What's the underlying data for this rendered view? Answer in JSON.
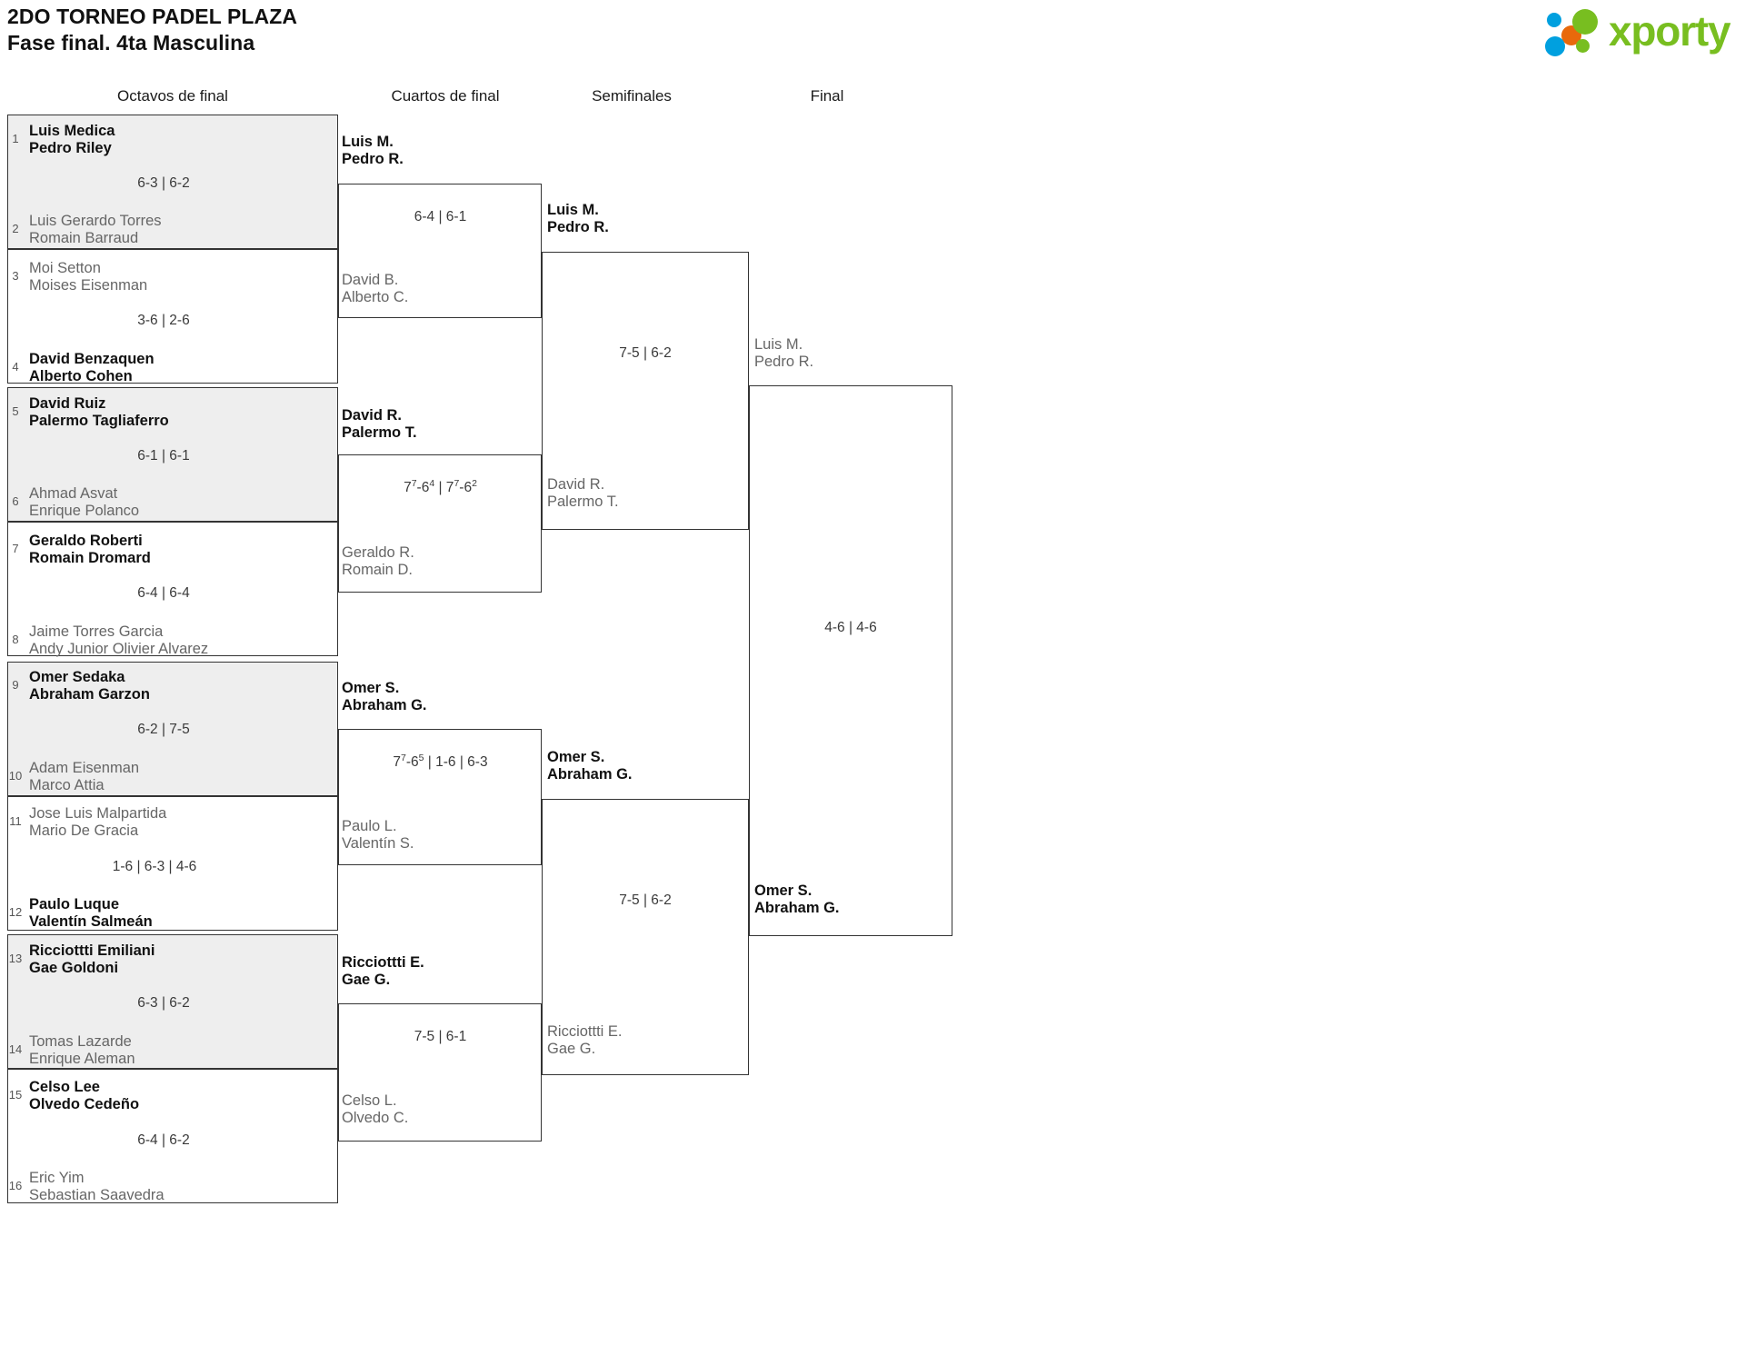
{
  "header": {
    "title_line1": "2DO TORNEO PADEL PLAZA",
    "title_line2": "Fase final. 4ta Masculina",
    "logo_text": "xporty",
    "logo_colors": {
      "green": "#78be20",
      "blue": "#00a0df",
      "orange": "#e8690b"
    }
  },
  "rounds": [
    {
      "label": "Octavos de final"
    },
    {
      "label": "Cuartos de final"
    },
    {
      "label": "Semifinales"
    },
    {
      "label": "Final"
    }
  ],
  "round1": {
    "entries": [
      {
        "seed": "1",
        "p1": "Luis Medica",
        "p2": "Pedro Riley",
        "status": "win"
      },
      {
        "seed": "2",
        "p1": "Luis Gerardo Torres",
        "p2": "Romain Barraud",
        "status": "lose"
      },
      {
        "seed": "3",
        "p1": "Moi Setton",
        "p2": "Moises Eisenman",
        "status": "lose"
      },
      {
        "seed": "4",
        "p1": "David Benzaquen",
        "p2": "Alberto Cohen",
        "status": "win"
      },
      {
        "seed": "5",
        "p1": "David Ruiz",
        "p2": "Palermo Tagliaferro",
        "status": "win"
      },
      {
        "seed": "6",
        "p1": "Ahmad Asvat",
        "p2": "Enrique Polanco",
        "status": "lose"
      },
      {
        "seed": "7",
        "p1": "Geraldo Roberti",
        "p2": "Romain Dromard",
        "status": "win"
      },
      {
        "seed": "8",
        "p1": "Jaime Torres Garcia",
        "p2": "Andy Junior Olivier Alvarez",
        "status": "lose"
      },
      {
        "seed": "9",
        "p1": "Omer Sedaka",
        "p2": "Abraham Garzon",
        "status": "win"
      },
      {
        "seed": "10",
        "p1": "Adam Eisenman",
        "p2": "Marco Attia",
        "status": "lose"
      },
      {
        "seed": "11",
        "p1": "Jose Luis Malpartida",
        "p2": "Mario De Gracia",
        "status": "lose"
      },
      {
        "seed": "12",
        "p1": "Paulo Luque",
        "p2": "Valentín Salmeán",
        "status": "win"
      },
      {
        "seed": "13",
        "p1": "Ricciottti Emiliani",
        "p2": "Gae Goldoni",
        "status": "win"
      },
      {
        "seed": "14",
        "p1": "Tomas Lazarde",
        "p2": "Enrique Aleman",
        "status": "lose"
      },
      {
        "seed": "15",
        "p1": "Celso Lee",
        "p2": "Olvedo Cedeño",
        "status": "win"
      },
      {
        "seed": "16",
        "p1": "Eric Yim",
        "p2": "Sebastian Saavedra",
        "status": "lose"
      }
    ],
    "scores": [
      {
        "text": "6-3 | 6-2"
      },
      {
        "text": "3-6 | 2-6"
      },
      {
        "text": "6-1 | 6-1"
      },
      {
        "text": "6-4 | 6-4"
      },
      {
        "text": "6-2 | 7-5"
      },
      {
        "text": "1-6 | 6-3 | 4-6"
      },
      {
        "text": "6-3 | 6-2"
      },
      {
        "text": "6-4 | 6-2"
      }
    ]
  },
  "round2": {
    "entries": [
      {
        "p1": "Luis M.",
        "p2": "Pedro R.",
        "status": "win"
      },
      {
        "p1": "David B.",
        "p2": "Alberto C.",
        "status": "lose"
      },
      {
        "p1": "David R.",
        "p2": "Palermo T.",
        "status": "win"
      },
      {
        "p1": "Geraldo R.",
        "p2": "Romain D.",
        "status": "lose"
      },
      {
        "p1": "Omer S.",
        "p2": "Abraham G.",
        "status": "win"
      },
      {
        "p1": "Paulo L.",
        "p2": "Valentín S.",
        "status": "lose"
      },
      {
        "p1": "Ricciottti E.",
        "p2": "Gae G.",
        "status": "win"
      },
      {
        "p1": "Celso L.",
        "p2": "Olvedo C.",
        "status": "lose"
      }
    ],
    "scores": [
      {
        "html": "6-4 | 6-1"
      },
      {
        "html": "7<sup>7</sup>-6<sup>4</sup> | 7<sup>7</sup>-6<sup>2</sup>"
      },
      {
        "html": "7<sup>7</sup>-6<sup>5</sup> | 1-6 | 6-3"
      },
      {
        "html": "7-5 | 6-1"
      }
    ]
  },
  "round3": {
    "entries": [
      {
        "p1": "Luis M.",
        "p2": "Pedro R.",
        "status": "win"
      },
      {
        "p1": "David R.",
        "p2": "Palermo T.",
        "status": "lose"
      },
      {
        "p1": "Omer S.",
        "p2": "Abraham G.",
        "status": "win"
      },
      {
        "p1": "Ricciottti E.",
        "p2": "Gae G.",
        "status": "lose"
      }
    ],
    "scores": [
      {
        "html": "7-5 | 6-2"
      },
      {
        "html": "7-5 | 6-2"
      }
    ]
  },
  "round4": {
    "entries": [
      {
        "p1": "Luis M.",
        "p2": "Pedro R.",
        "status": "lose"
      },
      {
        "p1": "Omer S.",
        "p2": "Abraham G.",
        "status": "win"
      }
    ],
    "scores": [
      {
        "html": "4-6 | 4-6"
      }
    ]
  }
}
